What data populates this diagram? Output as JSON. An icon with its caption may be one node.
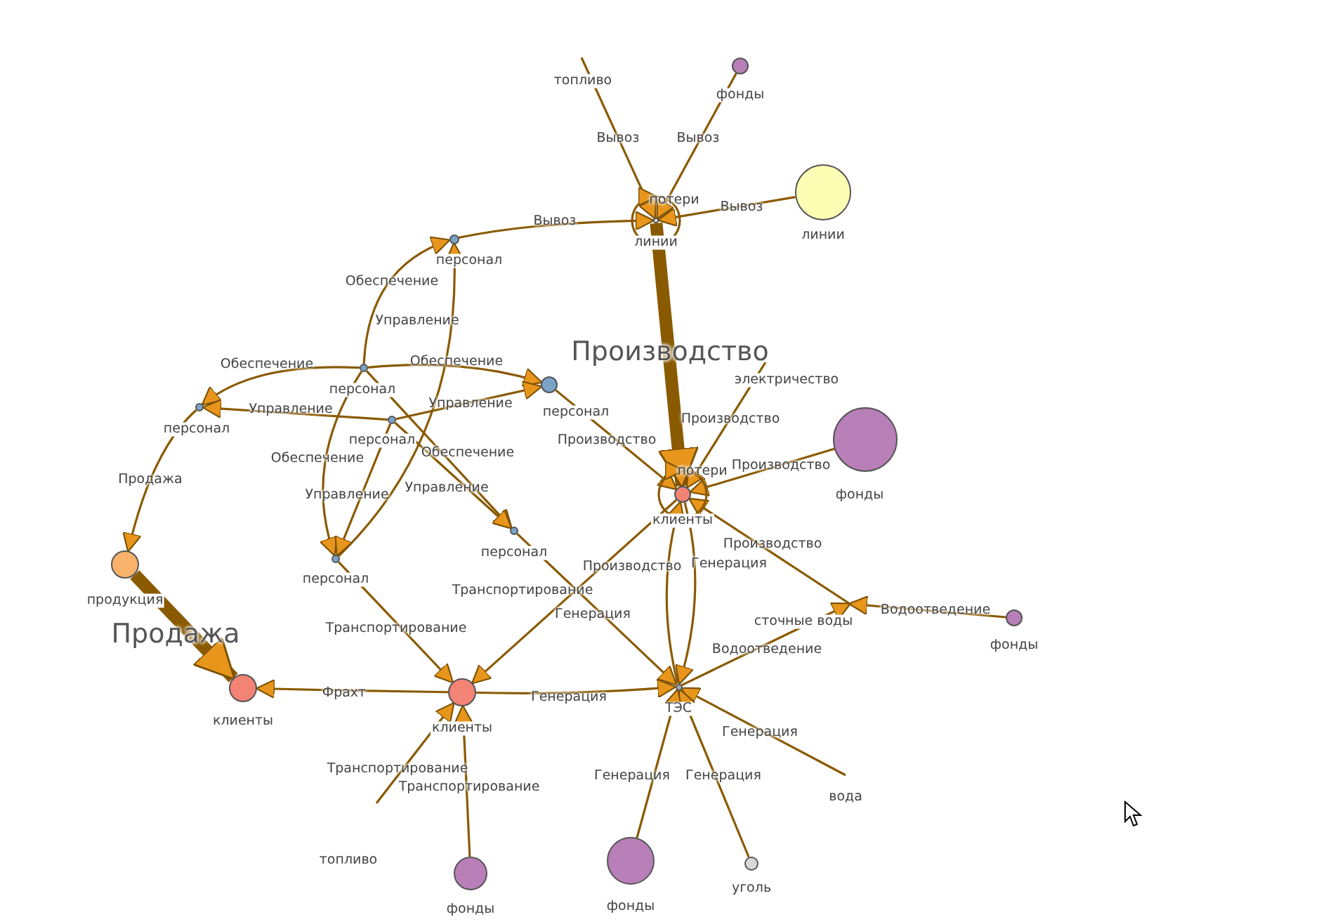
{
  "diagram": {
    "nodes": [
      {
        "text": [
          "топливо"
        ]
      },
      {
        "text": [
          "фонды"
        ]
      },
      {
        "text": [
          "линии"
        ]
      },
      {
        "text": [
          "линии"
        ]
      },
      {
        "text": [
          "персонал"
        ]
      },
      {
        "text": [
          "персонал"
        ]
      },
      {
        "text": [
          "персонал"
        ]
      },
      {
        "text": [
          "персонал"
        ]
      },
      {
        "text": [
          "персонал"
        ]
      },
      {
        "text": [
          "персонал"
        ]
      },
      {
        "text": [
          "персонал"
        ]
      },
      {
        "text": [
          "продукция"
        ]
      },
      {
        "text": [
          "клиенты"
        ]
      },
      {
        "text": [
          "электричество"
        ]
      },
      {
        "text": [
          "фонды"
        ]
      },
      {
        "text": [
          "сточные воды"
        ]
      },
      {
        "text": [
          "фонды"
        ]
      },
      {
        "text": [
          "ТЭС"
        ]
      },
      {
        "text": [
          "вода"
        ]
      },
      {
        "text": [
          "уголь"
        ]
      },
      {
        "text": [
          "фонды"
        ]
      },
      {
        "text": [
          "клиенты"
        ]
      },
      {
        "text": [
          "топливо"
        ]
      },
      {
        "text": [
          "фонды"
        ]
      },
      {
        "text": [
          "клиенты"
        ]
      }
    ],
    "edges": [
      {
        "from": 0,
        "to": 2,
        "arrow": "to",
        "label": "Вывоз"
      },
      {
        "from": 1,
        "to": 2,
        "arrow": "to",
        "label": "Вывоз"
      },
      {
        "from": 3,
        "to": 2,
        "arrow": "to",
        "label": "Вывоз"
      },
      {
        "from": 2,
        "to": 2,
        "arrow": "to",
        "label": "потери"
      },
      {
        "from": 4,
        "to": 2,
        "arrow": "to",
        "label": "Вывоз"
      },
      {
        "from": 2,
        "to": 12,
        "arrow": "to",
        "label": "Производство",
        "style": "thick"
      },
      {
        "from": 5,
        "to": 4,
        "arrow": "to",
        "label": "Обеспечение"
      },
      {
        "from": 10,
        "to": 4,
        "arrow": "to",
        "label": "Управление"
      },
      {
        "from": 5,
        "to": 6,
        "arrow": "to",
        "label": "Обеспечение"
      },
      {
        "from": 5,
        "to": 8,
        "arrow": "to",
        "label": "Обеспечение"
      },
      {
        "from": 7,
        "to": 6,
        "arrow": "to",
        "label": "Управление"
      },
      {
        "from": 7,
        "to": 8,
        "arrow": "to",
        "label": "Управление"
      },
      {
        "from": 5,
        "to": 10,
        "arrow": "to",
        "label": "Обеспечение"
      },
      {
        "from": 7,
        "to": 10,
        "arrow": "to",
        "label": "Управление"
      },
      {
        "from": 5,
        "to": 9,
        "arrow": "to",
        "label": "Обеспечение"
      },
      {
        "from": 7,
        "to": 9,
        "arrow": "to",
        "label": "Управление"
      },
      {
        "from": 6,
        "to": 11,
        "arrow": "to",
        "label": "Продажа"
      },
      {
        "from": 11,
        "to": 24,
        "arrow": "to",
        "label": "Продажа",
        "style": "thick"
      },
      {
        "from": 8,
        "to": 12,
        "arrow": "to",
        "label": "Производство"
      },
      {
        "from": 10,
        "to": 21,
        "arrow": "to",
        "label": "Транспортирование"
      },
      {
        "from": 9,
        "to": 17,
        "arrow": "to",
        "label": "Генерация"
      },
      {
        "from": 12,
        "to": 21,
        "arrow": "to",
        "label": "Транспортирование"
      },
      {
        "from": 21,
        "to": 24,
        "arrow": "to",
        "label": "Фрахт"
      },
      {
        "from": 21,
        "to": 17,
        "arrow": "to",
        "label": "Генерация"
      },
      {
        "from": 22,
        "to": 21,
        "arrow": "to",
        "label": "Транспортирование"
      },
      {
        "from": 23,
        "to": 21,
        "arrow": "to",
        "label": "Транспортирование"
      },
      {
        "from": 17,
        "to": 12,
        "arrow": "to",
        "label": "Производство"
      },
      {
        "from": 12,
        "to": 17,
        "arrow": "to",
        "label": "Генерация"
      },
      {
        "from": 17,
        "to": 15,
        "arrow": "to",
        "label": "Водоотведение"
      },
      {
        "from": 15,
        "to": 12,
        "arrow": "to",
        "label": "Производство"
      },
      {
        "from": 16,
        "to": 15,
        "arrow": "to",
        "label": "Водоотведение"
      },
      {
        "from": 18,
        "to": 17,
        "arrow": "to",
        "label": "Генерация"
      },
      {
        "from": 19,
        "to": 17,
        "arrow": "to",
        "label": "Генерация"
      },
      {
        "from": 20,
        "to": 17,
        "arrow": "to",
        "label": "Генерация"
      },
      {
        "from": 13,
        "to": 12,
        "arrow": "to",
        "label": "Производство"
      },
      {
        "from": 14,
        "to": 12,
        "arrow": "to",
        "label": "Производство"
      },
      {
        "from": 12,
        "to": 12,
        "arrow": "to",
        "label": "потери"
      }
    ]
  }
}
